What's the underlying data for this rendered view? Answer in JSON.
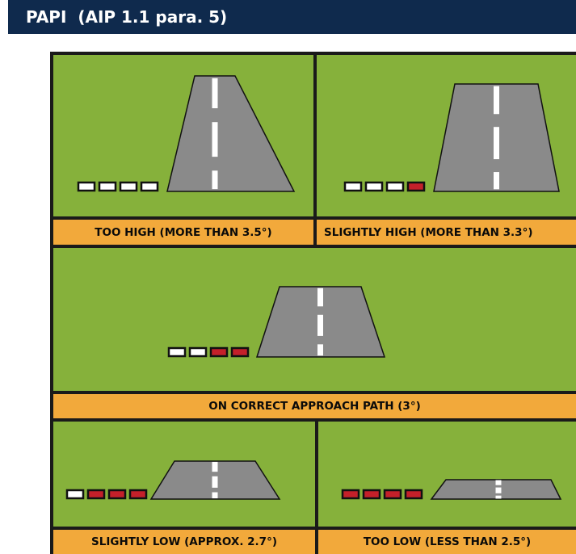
{
  "header": {
    "title": "PAPI  (AIP 1.1 para. 5)"
  },
  "colors": {
    "header_bg": "#0f2a4d",
    "grass": "#86b13b",
    "label_bg": "#f2a93b",
    "runway": "#8a8a8a",
    "light_white": "#ffffff",
    "light_red": "#c4202a"
  },
  "diagrams": [
    {
      "id": "too-high",
      "label": "TOO HIGH (MORE THAN 3.5°)",
      "lights": [
        "white",
        "white",
        "white",
        "white"
      ]
    },
    {
      "id": "slightly-high",
      "label": "SLIGHTLY HIGH (MORE THAN 3.3°)",
      "lights": [
        "white",
        "white",
        "white",
        "red"
      ]
    },
    {
      "id": "on-path",
      "label": "ON CORRECT APPROACH PATH (3°)",
      "lights": [
        "white",
        "white",
        "red",
        "red"
      ]
    },
    {
      "id": "slightly-low",
      "label": "SLIGHTLY LOW (APPROX. 2.7°)",
      "lights": [
        "white",
        "red",
        "red",
        "red"
      ]
    },
    {
      "id": "too-low",
      "label": "TOO LOW (LESS THAN 2.5°)",
      "lights": [
        "red",
        "red",
        "red",
        "red"
      ]
    }
  ]
}
